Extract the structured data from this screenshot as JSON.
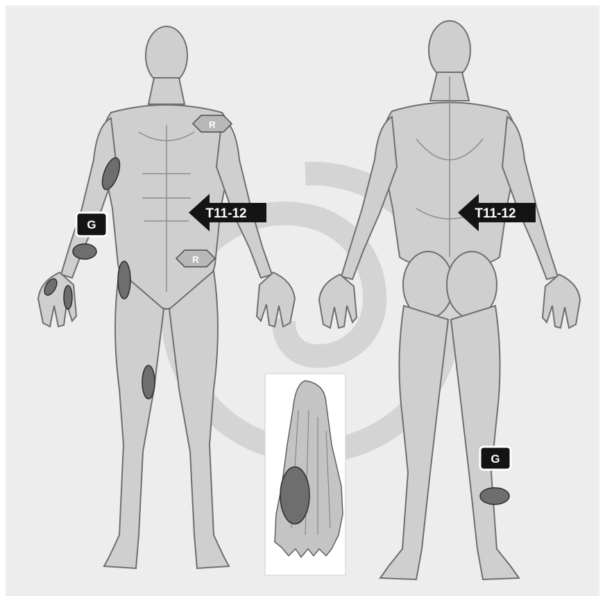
{
  "labels": {
    "arrow_front": "T11-12",
    "arrow_back": "T11-12",
    "g_front": "G",
    "g_back": "G",
    "r_chest": "R",
    "r_hip": "R"
  },
  "colors": {
    "background": "#ededed",
    "figure_fill": "#cfcfcf",
    "figure_stroke": "#6e6e6e",
    "spiral": "#d3d3d3",
    "marker_fill": "#6e6e6e",
    "marker_stroke": "#2b2b2b",
    "arrow_fill": "#141414",
    "label_text": "#ffffff",
    "hex_fill": "#b8b8b8"
  },
  "icons": {
    "front_figure": "anterior-muscle-body-icon",
    "back_figure": "posterior-muscle-body-icon",
    "foot": "foot-anatomy-icon",
    "background_spiral": "spiral-logo-icon"
  }
}
